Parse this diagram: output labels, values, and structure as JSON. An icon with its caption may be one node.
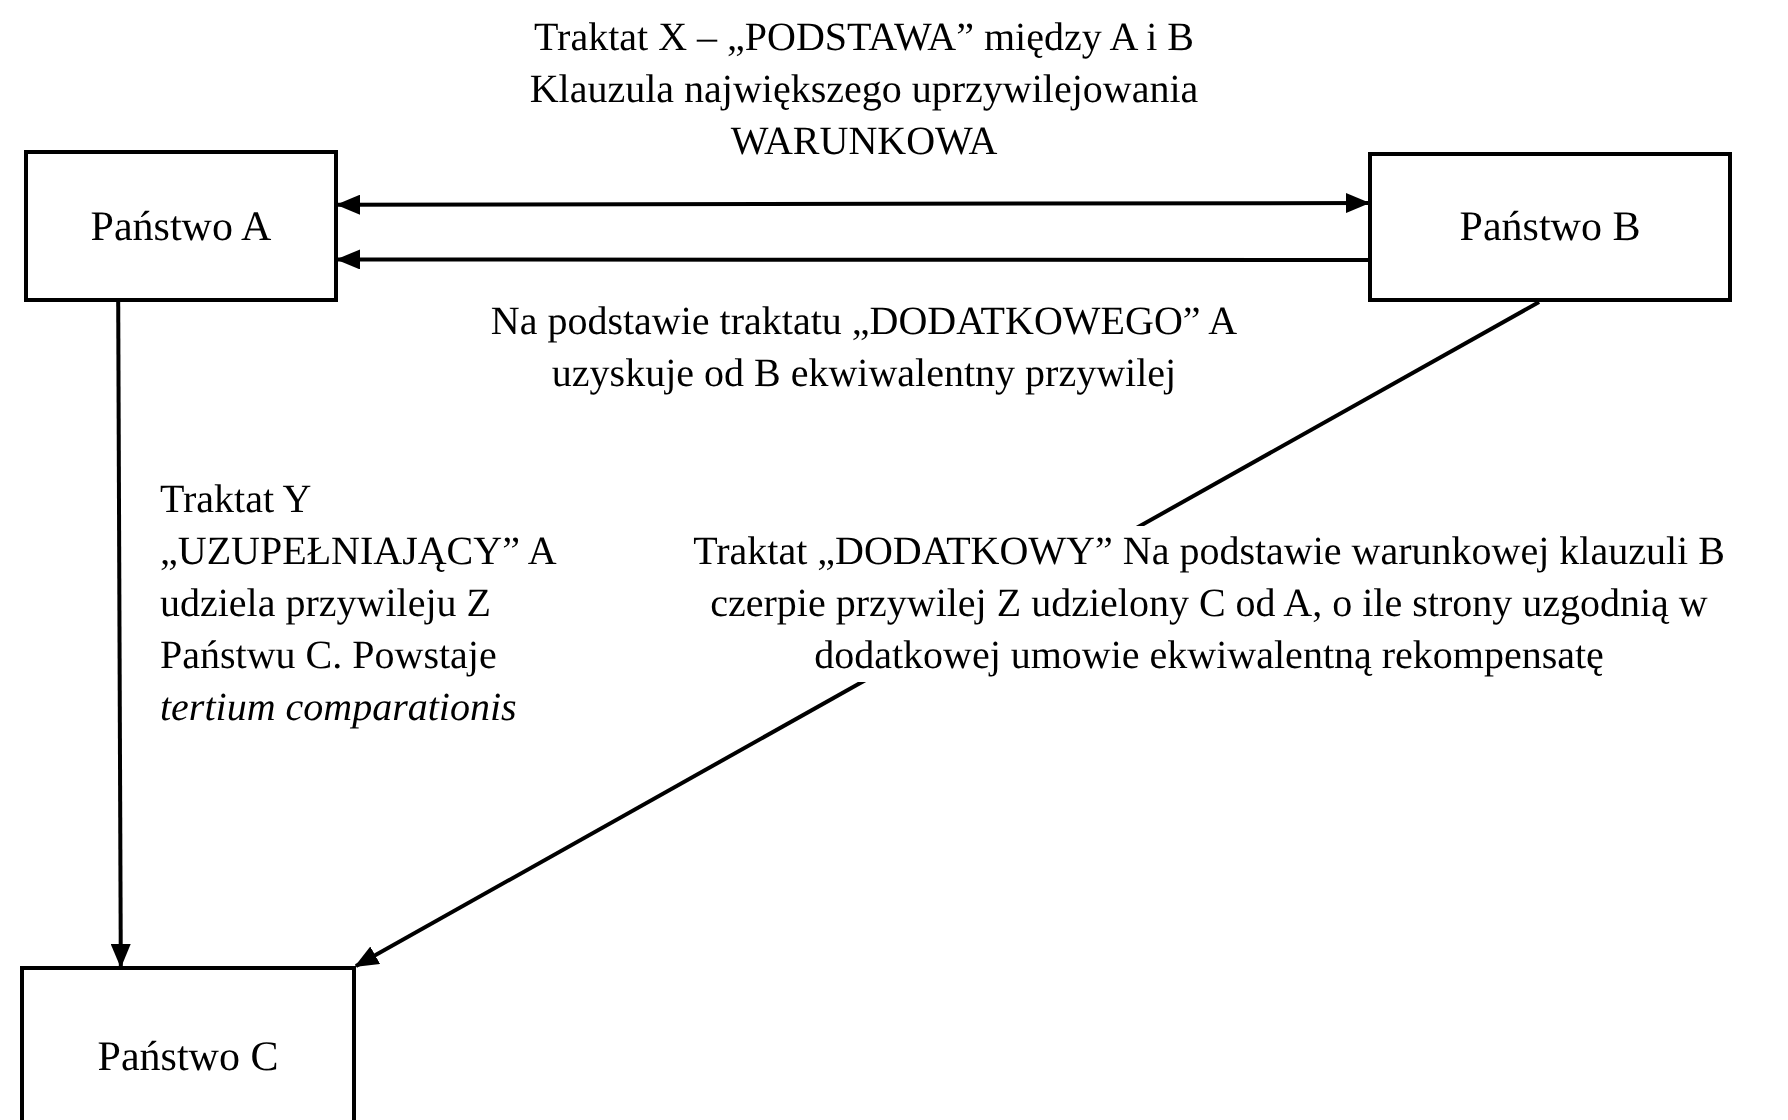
{
  "diagram": {
    "nodes": [
      {
        "text": [
          "Państwo A"
        ]
      },
      {
        "text": [
          "Państwo B"
        ]
      },
      {
        "text": [
          "Państwo C"
        ]
      }
    ],
    "edges": [
      {
        "from": 0,
        "to": 1,
        "arrow": "both",
        "label": "Traktat X – „PODSTAWA” między A i B Klauzula największego uprzywilejowania WARUNKOWA"
      },
      {
        "from": 1,
        "to": 0,
        "arrow": "to",
        "label": "Na podstawie traktatu „DODATKOWEGO” A uzyskuje od B ekwiwalentny przywilej"
      },
      {
        "from": 0,
        "to": 2,
        "arrow": "to",
        "label": "Traktat Y „UZUPEŁNIAJĄCY” A udziela przywileju Z Państwu C. Powstaje *tertium comparationis*"
      },
      {
        "from": 1,
        "to": 2,
        "arrow": "to",
        "label": "Traktat „DODATKOWY” Na podstawie warunkowej klauzuli B czerpie przywilej Z udzielony C od A, o ile strony uzgodnią w dodatkowej umowie ekwiwalentną rekompensatę"
      }
    ]
  }
}
